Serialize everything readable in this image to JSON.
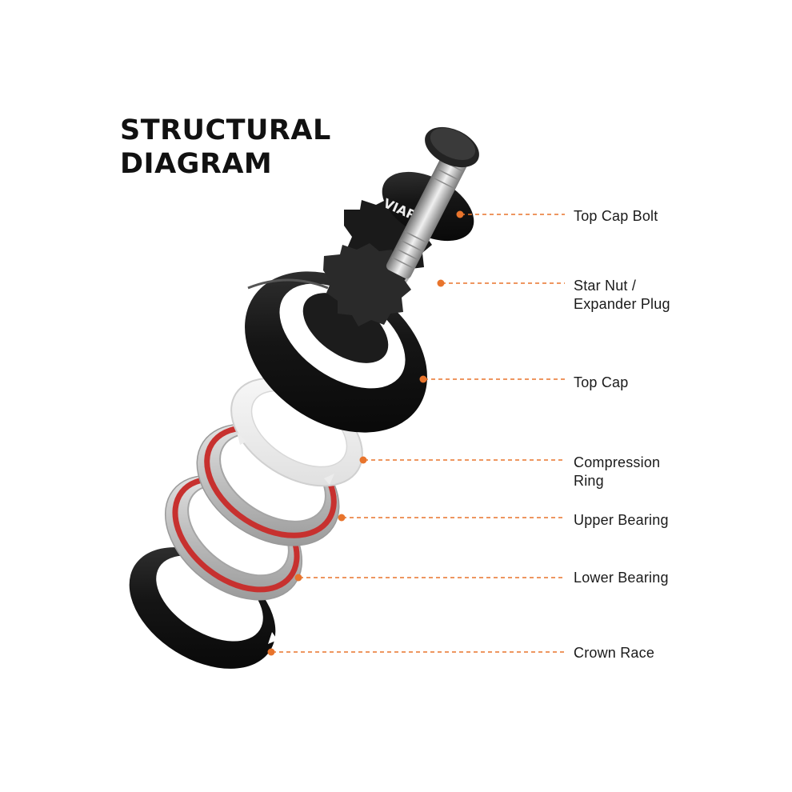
{
  "title": {
    "line1": "STRUCTURAL",
    "line2": "DIAGRAM"
  },
  "brand": {
    "logo_text": "VIARON"
  },
  "colors": {
    "leader_line": "#e8742c",
    "dot": "#e8742c",
    "part_black": "#151515",
    "bearing_seal": "#c7312f",
    "bearing_metal": "#c9c9c9"
  },
  "parts": [
    {
      "id": "top-cap-bolt",
      "label_lines": [
        "Top Cap Bolt"
      ]
    },
    {
      "id": "star-nut",
      "label_lines": [
        "Star Nut /",
        "Expander Plug"
      ]
    },
    {
      "id": "top-cap",
      "label_lines": [
        "Top Cap"
      ]
    },
    {
      "id": "compression-ring",
      "label_lines": [
        "Compression",
        "Ring"
      ]
    },
    {
      "id": "upper-bearing",
      "label_lines": [
        "Upper Bearing"
      ]
    },
    {
      "id": "lower-bearing",
      "label_lines": [
        "Lower Bearing"
      ]
    },
    {
      "id": "crown-race",
      "label_lines": [
        "Crown Race"
      ]
    }
  ]
}
